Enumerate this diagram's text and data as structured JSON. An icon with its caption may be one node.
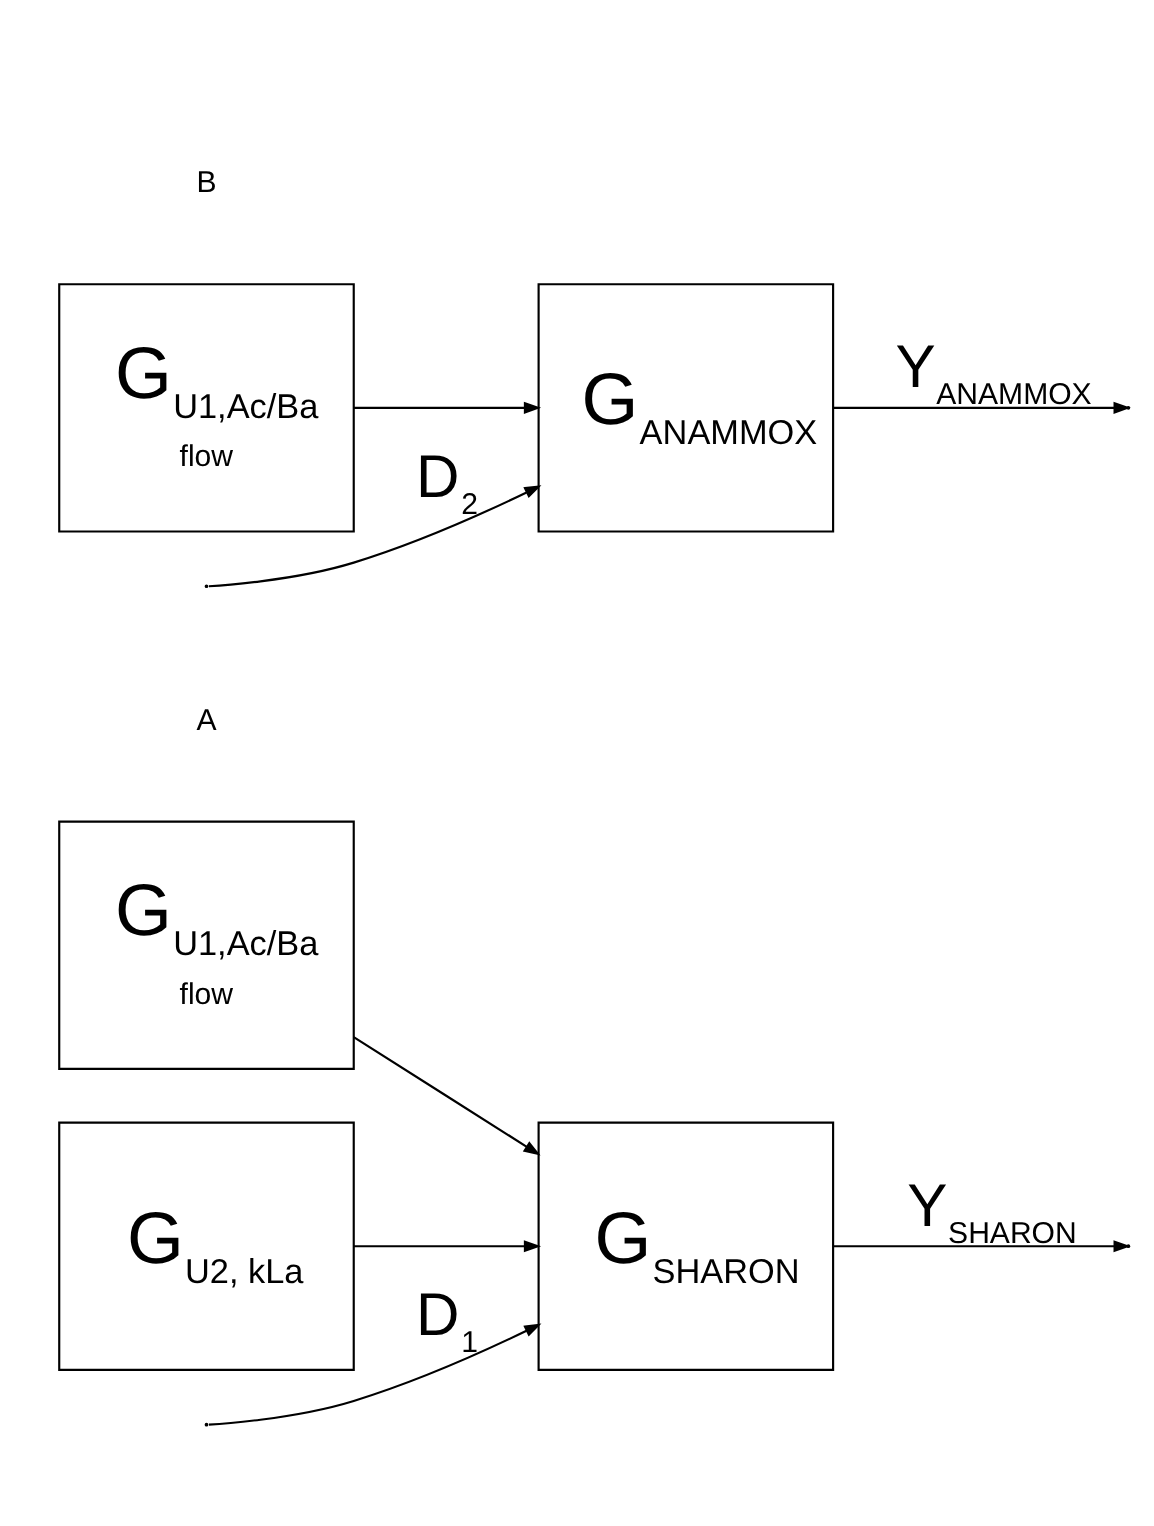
{
  "diagram": {
    "nodes": [
      {
        "text": [
          "G$_{U1,Ac/Ba}$",
          "flow"
        ]
      },
      {
        "text": [
          "G$_{SHARON}$"
        ]
      },
      {
        "text": [
          "G$_{U2, k}$$_{L}$$_{a}$"
        ]
      },
      {
        "text": [
          "G$_{U1,Ac/Ba}$",
          "flow"
        ]
      },
      {
        "text": [
          "G$_{ANAMMOX}$"
        ]
      }
    ],
    "edges": [
      {
        "from": 0,
        "to": 1,
        "arrow": "to"
      },
      {
        "from": null,
        "to": 1,
        "arrow": "to",
        "label": "D$_{1}$"
      },
      {
        "from": 2,
        "to": 1,
        "arrow": "to"
      },
      {
        "from": 1,
        "to": null,
        "arrow": "to",
        "label": "Y$_{SHARON}$"
      },
      {
        "from": 3,
        "to": 4,
        "arrow": "to"
      },
      {
        "from": null,
        "to": 4,
        "arrow": "to",
        "label": "D$_{2}$"
      },
      {
        "from": 4,
        "to": null,
        "arrow": "to",
        "label": "Y$_{ANAMMOX}$"
      }
    ],
    "labels": [
      "A",
      "B"
    ]
  }
}
